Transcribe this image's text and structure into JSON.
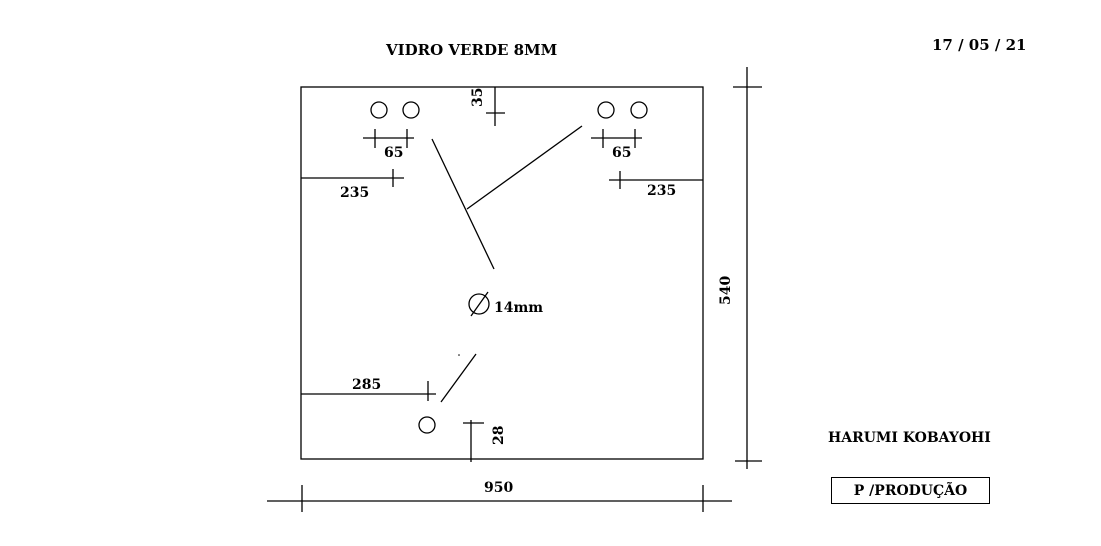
{
  "header": {
    "title": "VIDRO VERDE 8MM",
    "date": "17 / 05 / 21"
  },
  "dimensions": {
    "width": "950",
    "height": "540",
    "top_hole_offset": "35",
    "bottom_hole_offset": "28",
    "left_pair_spacing": "65",
    "right_pair_spacing": "65",
    "left_pair_offset": "235",
    "right_pair_offset": "235",
    "bottom_hole_left_offset": "285",
    "hole_diameter": "14mm"
  },
  "author": "HARUMI KOBAYOHI",
  "stamp": "P /PRODUÇÃO"
}
